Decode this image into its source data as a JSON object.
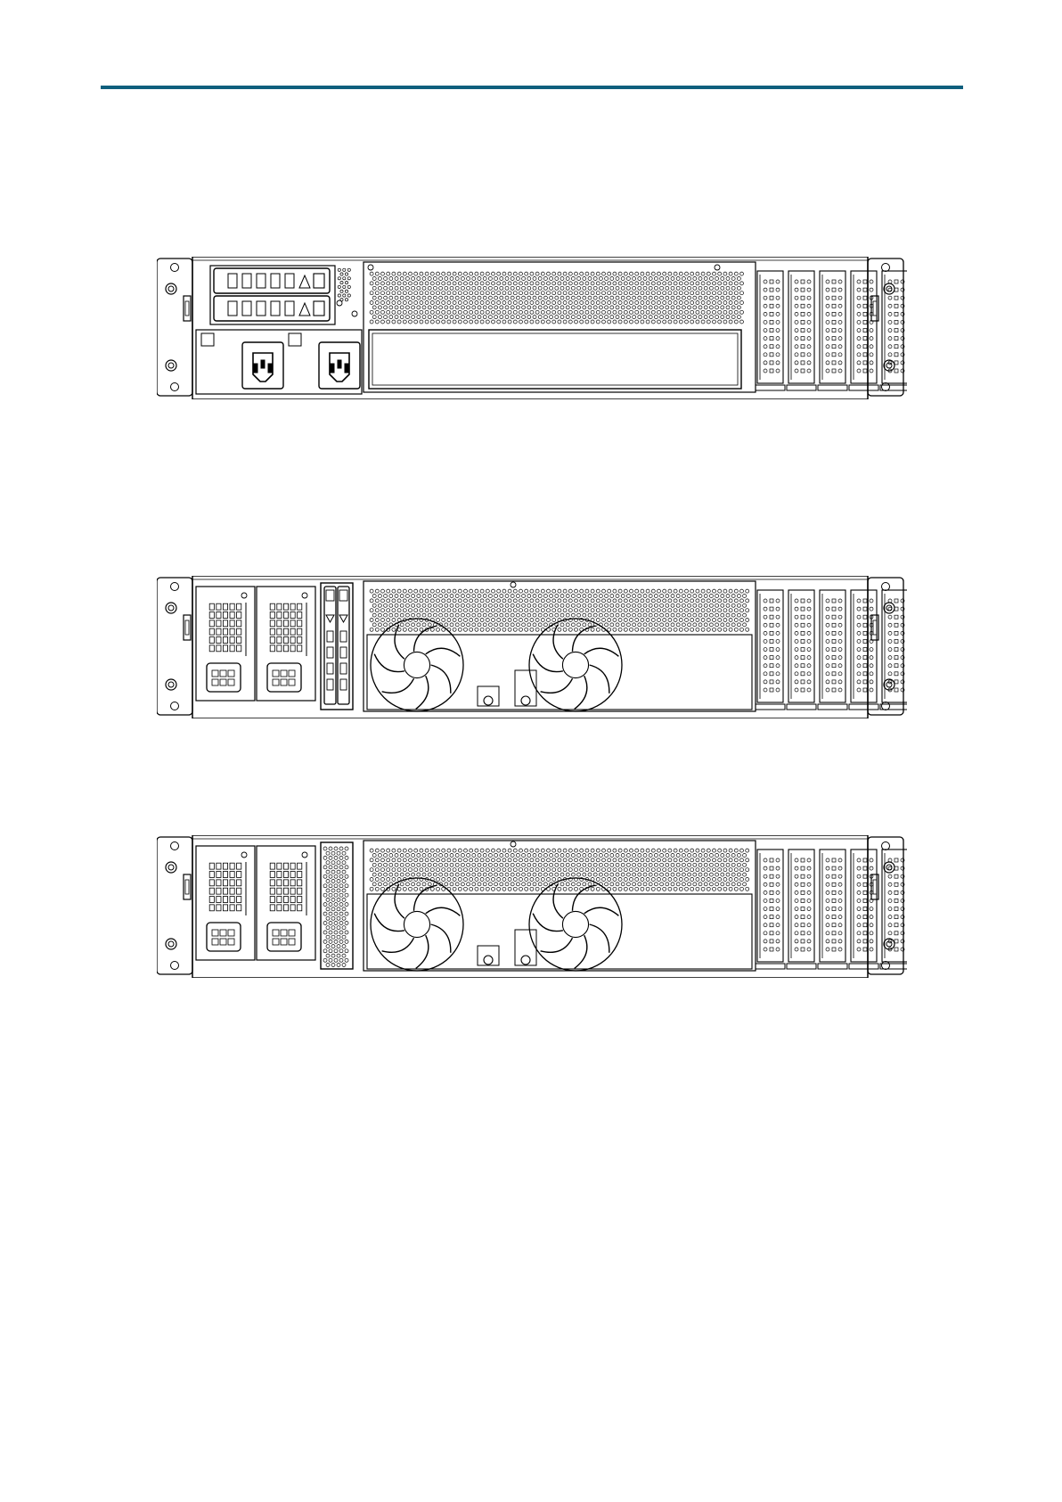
{
  "document": {
    "header_rule_color": "#0f5f7d",
    "line_color": "#000000"
  },
  "views": [
    {
      "id": "view-1",
      "variant": "two-drive-bays-two-ac-inlets",
      "icons": [
        "drive-bay-icon",
        "ac-inlet-icon",
        "vent-grille-icon",
        "pcie-slot-icon",
        "rack-ear-icon"
      ]
    },
    {
      "id": "view-2",
      "variant": "dual-psu-vertical-drives-fans",
      "icons": [
        "psu-module-icon",
        "drive-bay-icon",
        "fan-icon",
        "vent-grille-icon",
        "pcie-slot-icon",
        "rack-ear-icon"
      ]
    },
    {
      "id": "view-3",
      "variant": "dual-psu-vent-blank-fans",
      "icons": [
        "psu-module-icon",
        "vent-blank-icon",
        "fan-icon",
        "vent-grille-icon",
        "pcie-slot-icon",
        "rack-ear-icon"
      ]
    }
  ]
}
